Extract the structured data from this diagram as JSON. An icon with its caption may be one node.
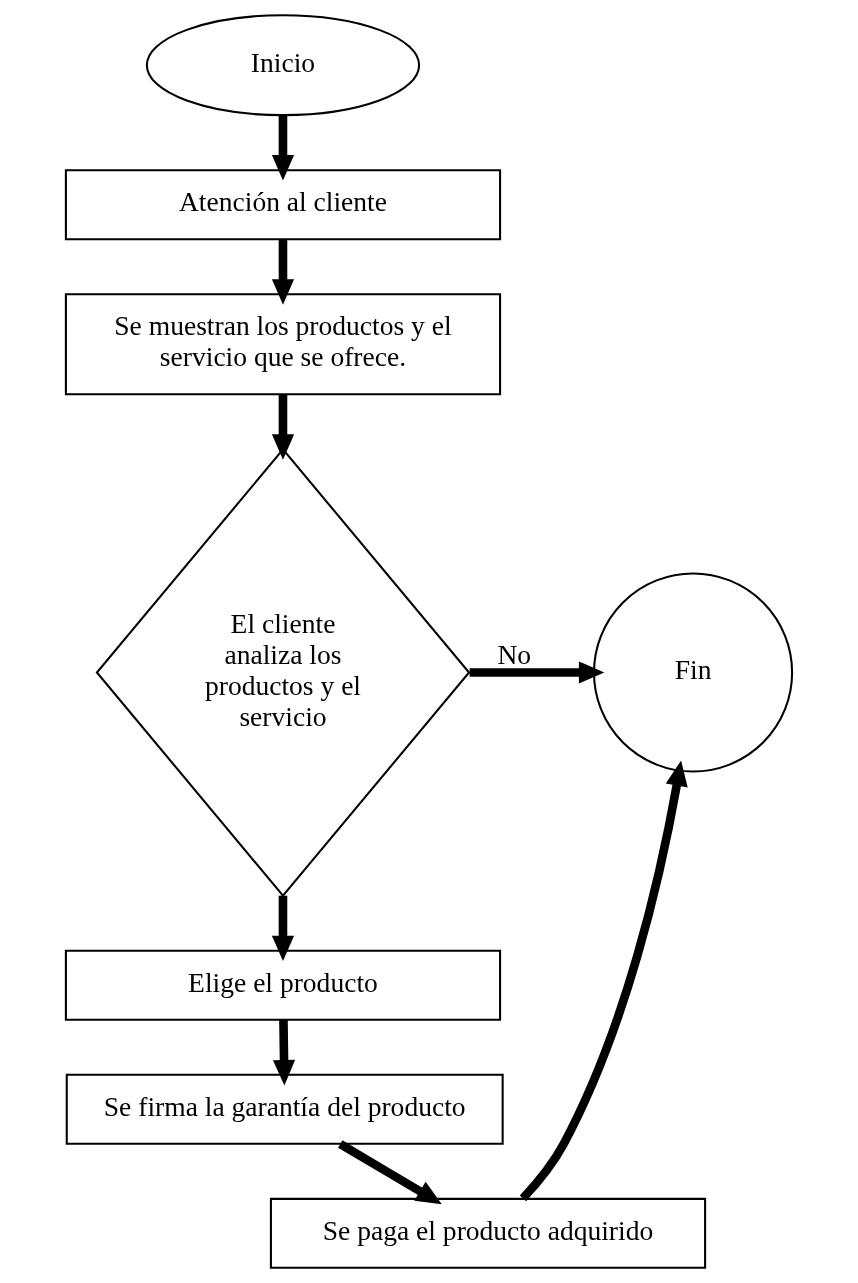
{
  "diagram": {
    "nodes": [
      {
        "text": [
          "Inicio"
        ]
      },
      {
        "text": [
          "Atención al cliente"
        ]
      },
      {
        "text": [
          "Se muestran los productos y el servicio que se ofrece."
        ]
      },
      {
        "text": [
          "El cliente analiza los productos y el servicio"
        ]
      },
      {
        "text": [
          "Fin"
        ]
      },
      {
        "text": [
          "Elige el producto"
        ]
      },
      {
        "text": [
          "Se firma la garantía del producto"
        ]
      },
      {
        "text": [
          "Se paga el producto adquirido"
        ]
      }
    ],
    "edges": [
      {
        "from": 0,
        "to": 1,
        "arrow": "to"
      },
      {
        "from": 1,
        "to": 2,
        "arrow": "to"
      },
      {
        "from": 2,
        "to": 3,
        "arrow": "to"
      },
      {
        "from": 3,
        "to": 4,
        "arrow": "to",
        "label": "No"
      },
      {
        "from": 3,
        "to": 5,
        "arrow": "to"
      },
      {
        "from": 5,
        "to": 6,
        "arrow": "to"
      },
      {
        "from": 6,
        "to": 7,
        "arrow": "to"
      },
      {
        "from": 7,
        "to": 4,
        "arrow": "to"
      }
    ]
  }
}
